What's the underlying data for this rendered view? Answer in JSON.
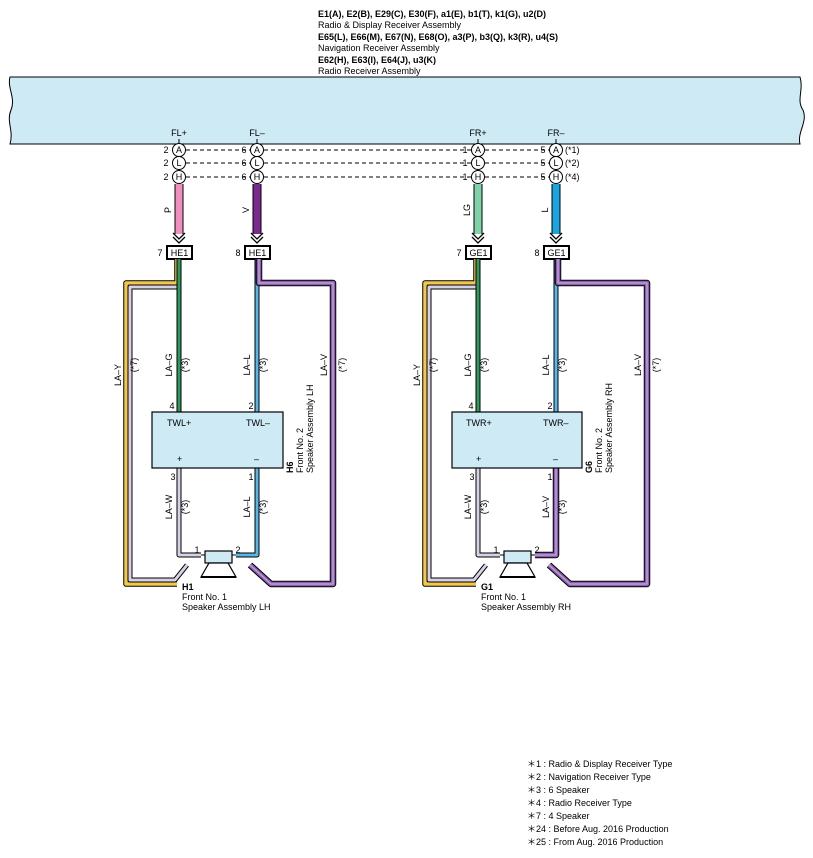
{
  "header": {
    "line1": "E1(A), E2(B), E29(C), E30(F), a1(E), b1(T), k1(G), u2(D)",
    "line2": "Radio & Display Receiver Assembly",
    "line3": "E65(L), E66(M), E67(N), E68(O), a3(P), b3(Q), k3(R), u4(S)",
    "line4": "Navigation Receiver Assembly",
    "line5": "E62(H), E63(I), E64(J), u3(K)",
    "line6": "Radio Receiver Assembly"
  },
  "terminals": {
    "fl_plus": "FL+",
    "fl_minus": "FL–",
    "fr_plus": "FR+",
    "fr_minus": "FR–"
  },
  "pin_rows": [
    {
      "letter": "A",
      "fl_plus": "2",
      "fl_minus": "6",
      "fr_plus": "1",
      "fr_minus": "5",
      "note": "(*1)"
    },
    {
      "letter": "L",
      "fl_plus": "2",
      "fl_minus": "6",
      "fr_plus": "1",
      "fr_minus": "5",
      "note": "(*2)"
    },
    {
      "letter": "H",
      "fl_plus": "2",
      "fl_minus": "6",
      "fr_plus": "1",
      "fr_minus": "5",
      "note": "(*4)"
    }
  ],
  "wire_colors": {
    "fl_plus": "P",
    "fl_minus": "V",
    "fr_plus": "LG",
    "fr_minus": "L"
  },
  "junctions": [
    {
      "pin": "7",
      "label": "HE1"
    },
    {
      "pin": "8",
      "label": "HE1"
    },
    {
      "pin": "7",
      "label": "GE1"
    },
    {
      "pin": "8",
      "label": "GE1"
    }
  ],
  "left": {
    "labels": {
      "la_y": "LA–Y",
      "n7a": "(*7)",
      "la_g": "LA–G",
      "n3a": "(*3)",
      "la_l": "LA–L",
      "n3b": "(*3)",
      "la_v": "LA–V",
      "n7b": "(*7)",
      "la_w": "LA–W",
      "n3c": "(*3)",
      "la_l2": "LA–L",
      "n3d": "(*3)"
    },
    "tweeter": {
      "pin_plus_top": "4",
      "pin_minus_top": "2",
      "term_plus": "TWL+",
      "term_minus": "TWL–",
      "plus": "+",
      "minus": "–",
      "pin_plus_bottom": "3",
      "pin_minus_bottom": "1",
      "id": "H6",
      "name1": "Front No. 2",
      "name2": "Speaker Assembly LH"
    },
    "woofer": {
      "pin1": "1",
      "pin2": "2",
      "id": "H1",
      "name1": "Front No. 1",
      "name2": "Speaker Assembly LH"
    }
  },
  "right": {
    "labels": {
      "la_y": "LA–Y",
      "n7a": "(*7)",
      "la_g": "LA–G",
      "n3a": "(*3)",
      "la_l": "LA–L",
      "n3b": "(*3)",
      "la_v": "LA–V",
      "n7b": "(*7)",
      "la_w": "LA–W",
      "n3c": "(*3)",
      "la_v2": "LA–V",
      "n3d": "(*3)"
    },
    "tweeter": {
      "pin_plus_top": "4",
      "pin_minus_top": "2",
      "term_plus": "TWR+",
      "term_minus": "TWR–",
      "plus": "+",
      "minus": "–",
      "pin_plus_bottom": "3",
      "pin_minus_bottom": "1",
      "id": "G6",
      "name1": "Front No. 2",
      "name2": "Speaker Assembly RH"
    },
    "woofer": {
      "pin1": "1",
      "pin2": "2",
      "id": "G1",
      "name1": "Front No. 1",
      "name2": "Speaker Assembly RH"
    }
  },
  "notes": [
    "＊1 : Radio & Display Receiver Type",
    "＊2 : Navigation Receiver Type",
    "＊3 : 6 Speaker",
    "＊4 : Radio Receiver Type",
    "＊7 : 4 Speaker",
    "＊24 : Before Aug.  2016 Production",
    "＊25 : From Aug.  2016 Production"
  ],
  "colors": {
    "receiver_fill": "#cdeaf5",
    "pink": "#f08ec0",
    "violet": "#7a2a8e",
    "light_green": "#7fd3a6",
    "blue": "#1aa5e0",
    "yellow": "#f2c84a",
    "green": "#2e9a5c",
    "light_blue": "#59b7e8",
    "lavender": "#b7a3d2",
    "white_wire": "#cfc8dc",
    "purple": "#8c5ab0"
  }
}
